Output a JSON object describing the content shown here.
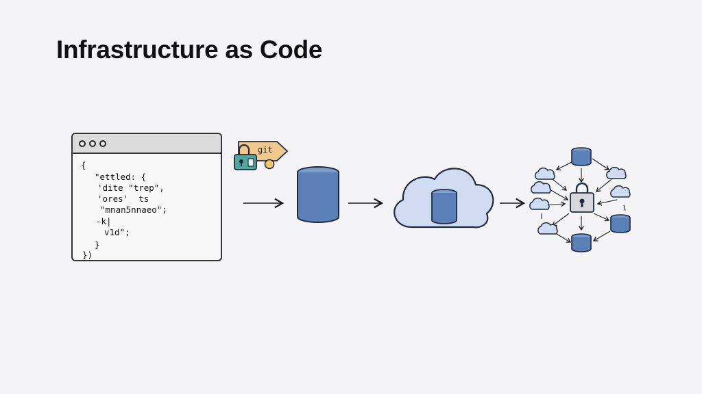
{
  "title": "Infrastructure as Code",
  "code": {
    "lines": [
      "{",
      "\"etŧled: {",
      "'dite \"trep\",",
      "'ores'  ts",
      "\"mnan5nnaeo\";",
      "-k|",
      "v1d\";",
      "}",
      "})"
    ]
  },
  "git_tag": {
    "label": "git"
  },
  "icons": {
    "lock": "padlock-icon",
    "database": "database-icon",
    "cloud": "cloud-icon",
    "arrow": "arrow-right-icon"
  },
  "colors": {
    "background": "#f4f4f6",
    "db_blue": "#5b7fb7",
    "cloud_fill": "#cfdcf1",
    "lock_teal": "#4fa89a",
    "tag_orange": "#f2c98c",
    "outline": "#1f2a3d"
  }
}
